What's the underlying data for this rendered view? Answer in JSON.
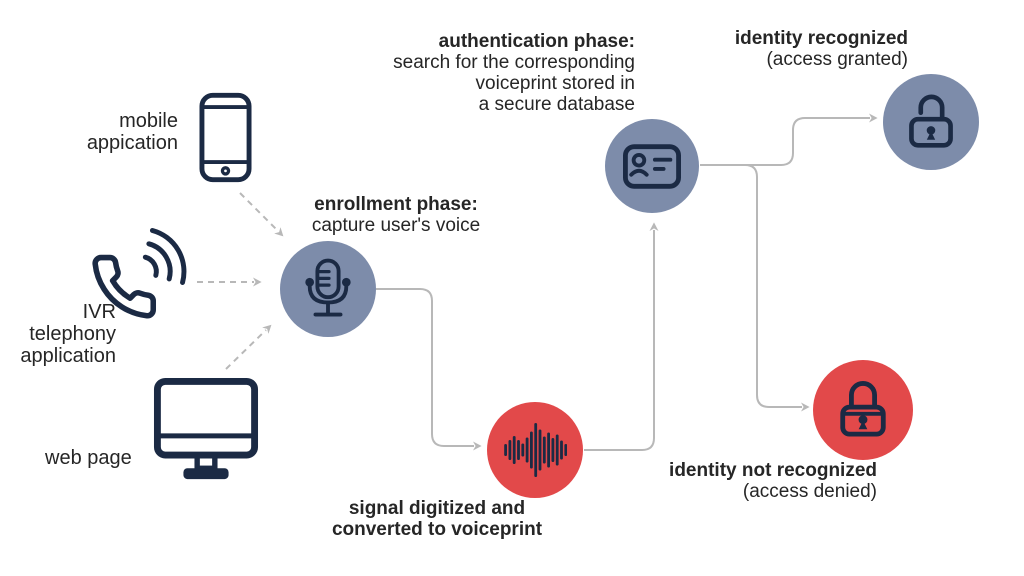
{
  "palette": {
    "node_slate": "#7d8caa",
    "node_red": "#e2494a",
    "icon_navy": "#1b2a44",
    "connector_gray": "#b8b8b8",
    "text": "#262626",
    "background": "#ffffff"
  },
  "sources": {
    "mobile": {
      "line1": "mobile",
      "line2": "appication",
      "icon": "smartphone-icon"
    },
    "ivr": {
      "line1": "IVR",
      "line2": "telephony",
      "line3": "application",
      "icon": "phone-call-icon"
    },
    "web": {
      "line1": "web page",
      "icon": "desktop-monitor-icon"
    }
  },
  "stages": {
    "enrollment": {
      "title": "enrollment phase:",
      "subtitle": "capture user's voice",
      "icon": "microphone-icon"
    },
    "voiceprint": {
      "title": "signal digitized and",
      "title2": "converted to voiceprint",
      "icon": "soundwave-icon"
    },
    "authentication": {
      "title": "authentication phase:",
      "line1": "search for the corresponding",
      "line2": "voiceprint stored in",
      "line3": "a secure database",
      "icon": "id-card-icon"
    },
    "recognized": {
      "title": "identity recognized",
      "subtitle": "(access granted)",
      "icon": "unlocked-padlock-icon"
    },
    "not_recognized": {
      "title": "identity not recognized",
      "subtitle": "(access denied)",
      "icon": "locked-padlock-icon"
    }
  }
}
